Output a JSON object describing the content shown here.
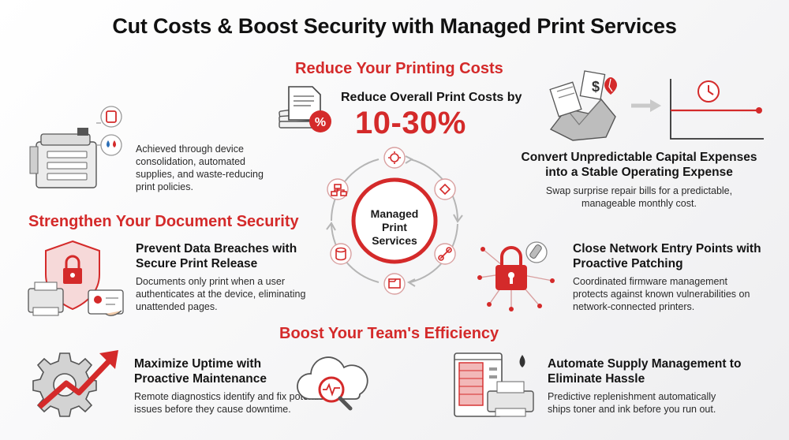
{
  "title": "Cut Costs & Boost Security with Managed Print Services",
  "sections": {
    "costs": "Reduce Your Printing Costs",
    "security": "Strengthen Your Document Security",
    "efficiency": "Boost Your Team's Efficiency"
  },
  "savings": {
    "headline": "Reduce Overall Print Costs by",
    "range": "10-30%",
    "detail": "Achieved through device consolidation, automated supplies, and waste-reducing print policies."
  },
  "capex": {
    "headline": "Convert Unpredictable Capital Expenses into a Stable Operating Expense",
    "body": "Swap surprise repair bills for a predictable, manageable monthly cost."
  },
  "hub": {
    "label_line1": "Managed",
    "label_line2": "Print",
    "label_line3": "Services"
  },
  "secure_release": {
    "headline": "Prevent Data Breaches with Secure Print Release",
    "body": "Documents only print when a user authenticates at the device, eliminating unattended pages."
  },
  "patching": {
    "headline": "Close Network Entry Points with Proactive Patching",
    "body": "Coordinated firmware management protects against known vulnerabilities on network-connected printers."
  },
  "uptime": {
    "headline": "Maximize Uptime with Proactive Maintenance",
    "body": "Remote diagnostics identify and fix potential issues before they cause downtime."
  },
  "supply": {
    "headline": "Automate Supply Management to Eliminate Hassle",
    "body": "Predictive replenishment automatically ships toner and ink before you run out."
  },
  "colors": {
    "accent": "#d42a2a",
    "text": "#141414",
    "muted": "#9a9a9a"
  }
}
